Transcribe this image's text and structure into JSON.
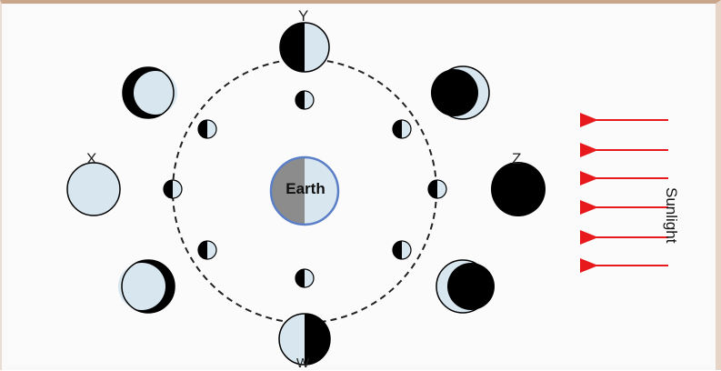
{
  "labels": {
    "earth": "Earth",
    "sunlight": "Sunlight",
    "y": "Y",
    "x": "X",
    "z": "Z",
    "w": "W"
  },
  "colors": {
    "moon_light": "#d8e6ef",
    "dark": "#000000",
    "earth_dark": "#8c8c8c",
    "earth_light": "#d8e6ef",
    "earth_outline": "#5b7fc7",
    "sun_ray": "#e8191c",
    "orbit": "#222222"
  },
  "diagram": {
    "sunlight_direction": "from right to left",
    "sunlight_rays": 6,
    "orbit_moons": 8,
    "outer_phases": [
      "full",
      "waning gibbous",
      "third quarter",
      "waning crescent",
      "new",
      "waxing crescent",
      "first quarter",
      "waxing gibbous"
    ]
  }
}
